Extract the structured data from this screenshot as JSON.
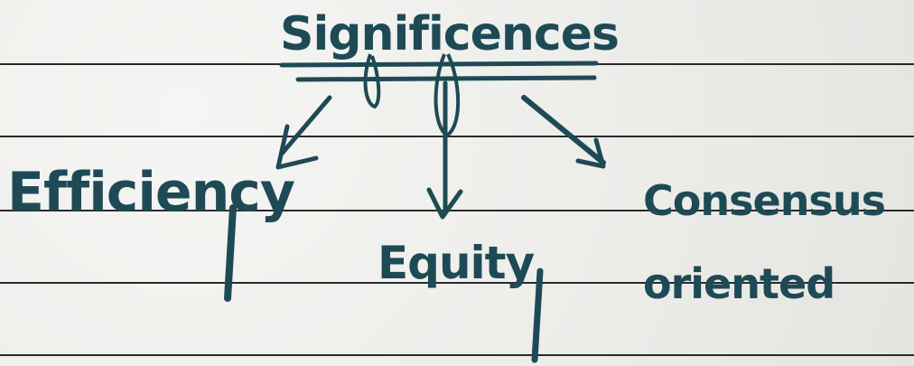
{
  "diagram": {
    "title": "Significences",
    "branches": [
      {
        "label": "Efficiency"
      },
      {
        "label": "Equity"
      },
      {
        "label": "Consensus oriented"
      }
    ]
  },
  "colors": {
    "ink": "#1e4a55",
    "paper": "#ececea",
    "rule_line": "#2a2a2a"
  }
}
